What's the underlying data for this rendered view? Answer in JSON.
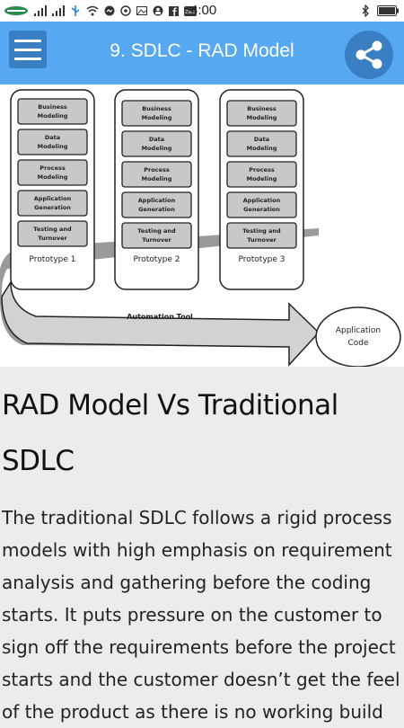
{
  "status_bar": {
    "time": "4:00",
    "icons": [
      "carrier-logo-icon",
      "signal-icon",
      "signal-icon",
      "usb-icon",
      "wifi-icon",
      "messenger-icon",
      "ball-icon",
      "photo-icon",
      "person-icon",
      "facebook-icon",
      "zalo-icon",
      "bluetooth-icon",
      "battery-icon"
    ]
  },
  "app_bar": {
    "title": "9. SDLC - RAD Model",
    "menu_icon": "hamburger-menu-icon",
    "share_icon": "share-icon",
    "color": "#56a8f0"
  },
  "diagram": {
    "prototypes": [
      {
        "label": "Prototype 1",
        "steps": [
          "Business Modeling",
          "Data Modeling",
          "Process Modeling",
          "Application Generation",
          "Testing and Turnover"
        ]
      },
      {
        "label": "Prototype 2",
        "steps": [
          "Business Modeling",
          "Data Modeling",
          "Process Modeling",
          "Application Generation",
          "Testing and Turnover"
        ]
      },
      {
        "label": "Prototype 3",
        "steps": [
          "Business Modeling",
          "Data Modeling",
          "Process Modeling",
          "Application Generation",
          "Testing and Turnover"
        ]
      }
    ],
    "arrow_label": "Automation Tool",
    "end_label": "Application Code"
  },
  "article": {
    "heading": "RAD Model Vs Traditional SDLC",
    "paragraph": "The traditional SDLC follows a rigid process models with high emphasis on requirement analysis and gathering before the coding starts. It puts pressure on the customer to sign off the requirements before the project starts and the customer doesn’t get the feel of the product as there is no working build"
  }
}
